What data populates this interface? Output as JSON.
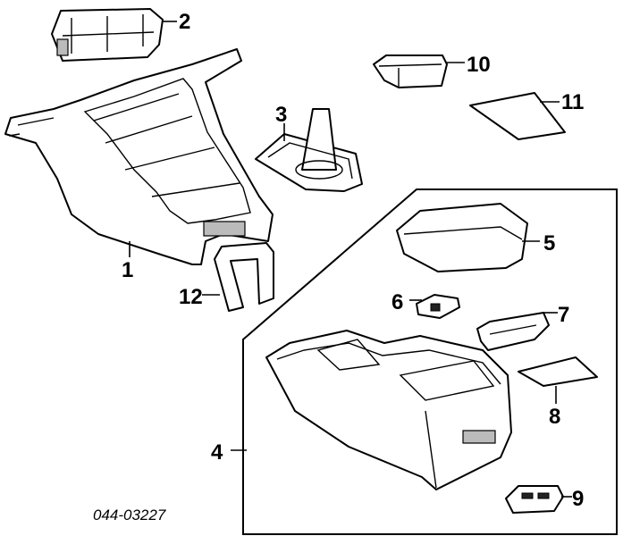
{
  "diagram_code": "044-03227",
  "callouts": {
    "c1": "1",
    "c2": "2",
    "c3": "3",
    "c4": "4",
    "c5": "5",
    "c6": "6",
    "c7": "7",
    "c8": "8",
    "c9": "9",
    "c10": "10",
    "c11": "11",
    "c12": "12"
  },
  "colors": {
    "ink": "#000000",
    "background": "#ffffff"
  }
}
